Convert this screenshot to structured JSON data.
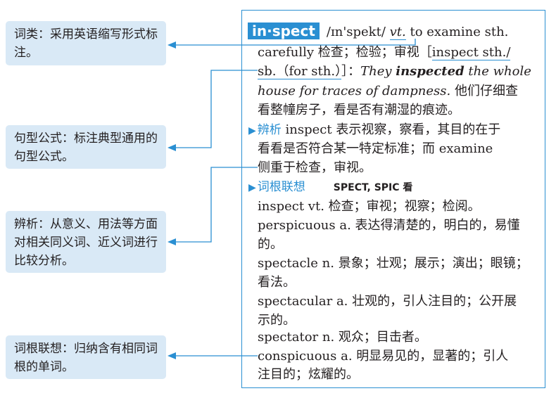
{
  "labels": {
    "pos": "词类：采用英语缩写形式标注。",
    "pattern": "句型公式：标注典型通用的句型公式。",
    "analysis": "辨析：从意义、用法等方面对相关同义词、近义词进行比较分析。",
    "roots": "词根联想：归纳含有相同词根的单词。"
  },
  "entry": {
    "headword": "in·spect",
    "phonetic": "/ɪn'spekt/",
    "pos": "vt.",
    "def_en_1": "to examine sth.",
    "def_en_2": "carefully",
    "def_cn": "检查；检验；审视",
    "pattern_open": "［",
    "pattern_1": "inspect sth./",
    "pattern_2": "sb.（for sth.）",
    "pattern_close": "］：",
    "example_1a": "They",
    "example_1b": "inspected",
    "example_1c": "the whole",
    "example_2": "house for traces of dampness.",
    "example_cn_1": "他们仔细查",
    "example_cn_2": "看整幢房子，看是否有潮湿的痕迹。",
    "analysis_head": "辨析",
    "analysis_1": "inspect 表示视察，察看，其目的在于",
    "analysis_2": "看看是否符合某一特定标准；而 examine",
    "analysis_3": "侧重于检查，审视。",
    "roots_head": "词根联想",
    "roots_label": "SPECT, SPIC 看",
    "root_lines": [
      "inspect vt. 检查；审视；视察；检阅。",
      "perspicuous a. 表达得清楚的，明白的，易懂",
      "的。",
      "spectacle n. 景象；壮观；展示；演出；眼镜；",
      "看法。",
      "spectacular a. 壮观的，引人注目的；公开展",
      "示的。",
      "spectator n. 观众；目击者。",
      "conspicuous a. 明显易见的，显著的；引人",
      "注目的；炫耀的。"
    ]
  },
  "colors": {
    "accent": "#2a8fd2",
    "label_bg": "#d9e9f6",
    "text": "#231f20"
  }
}
